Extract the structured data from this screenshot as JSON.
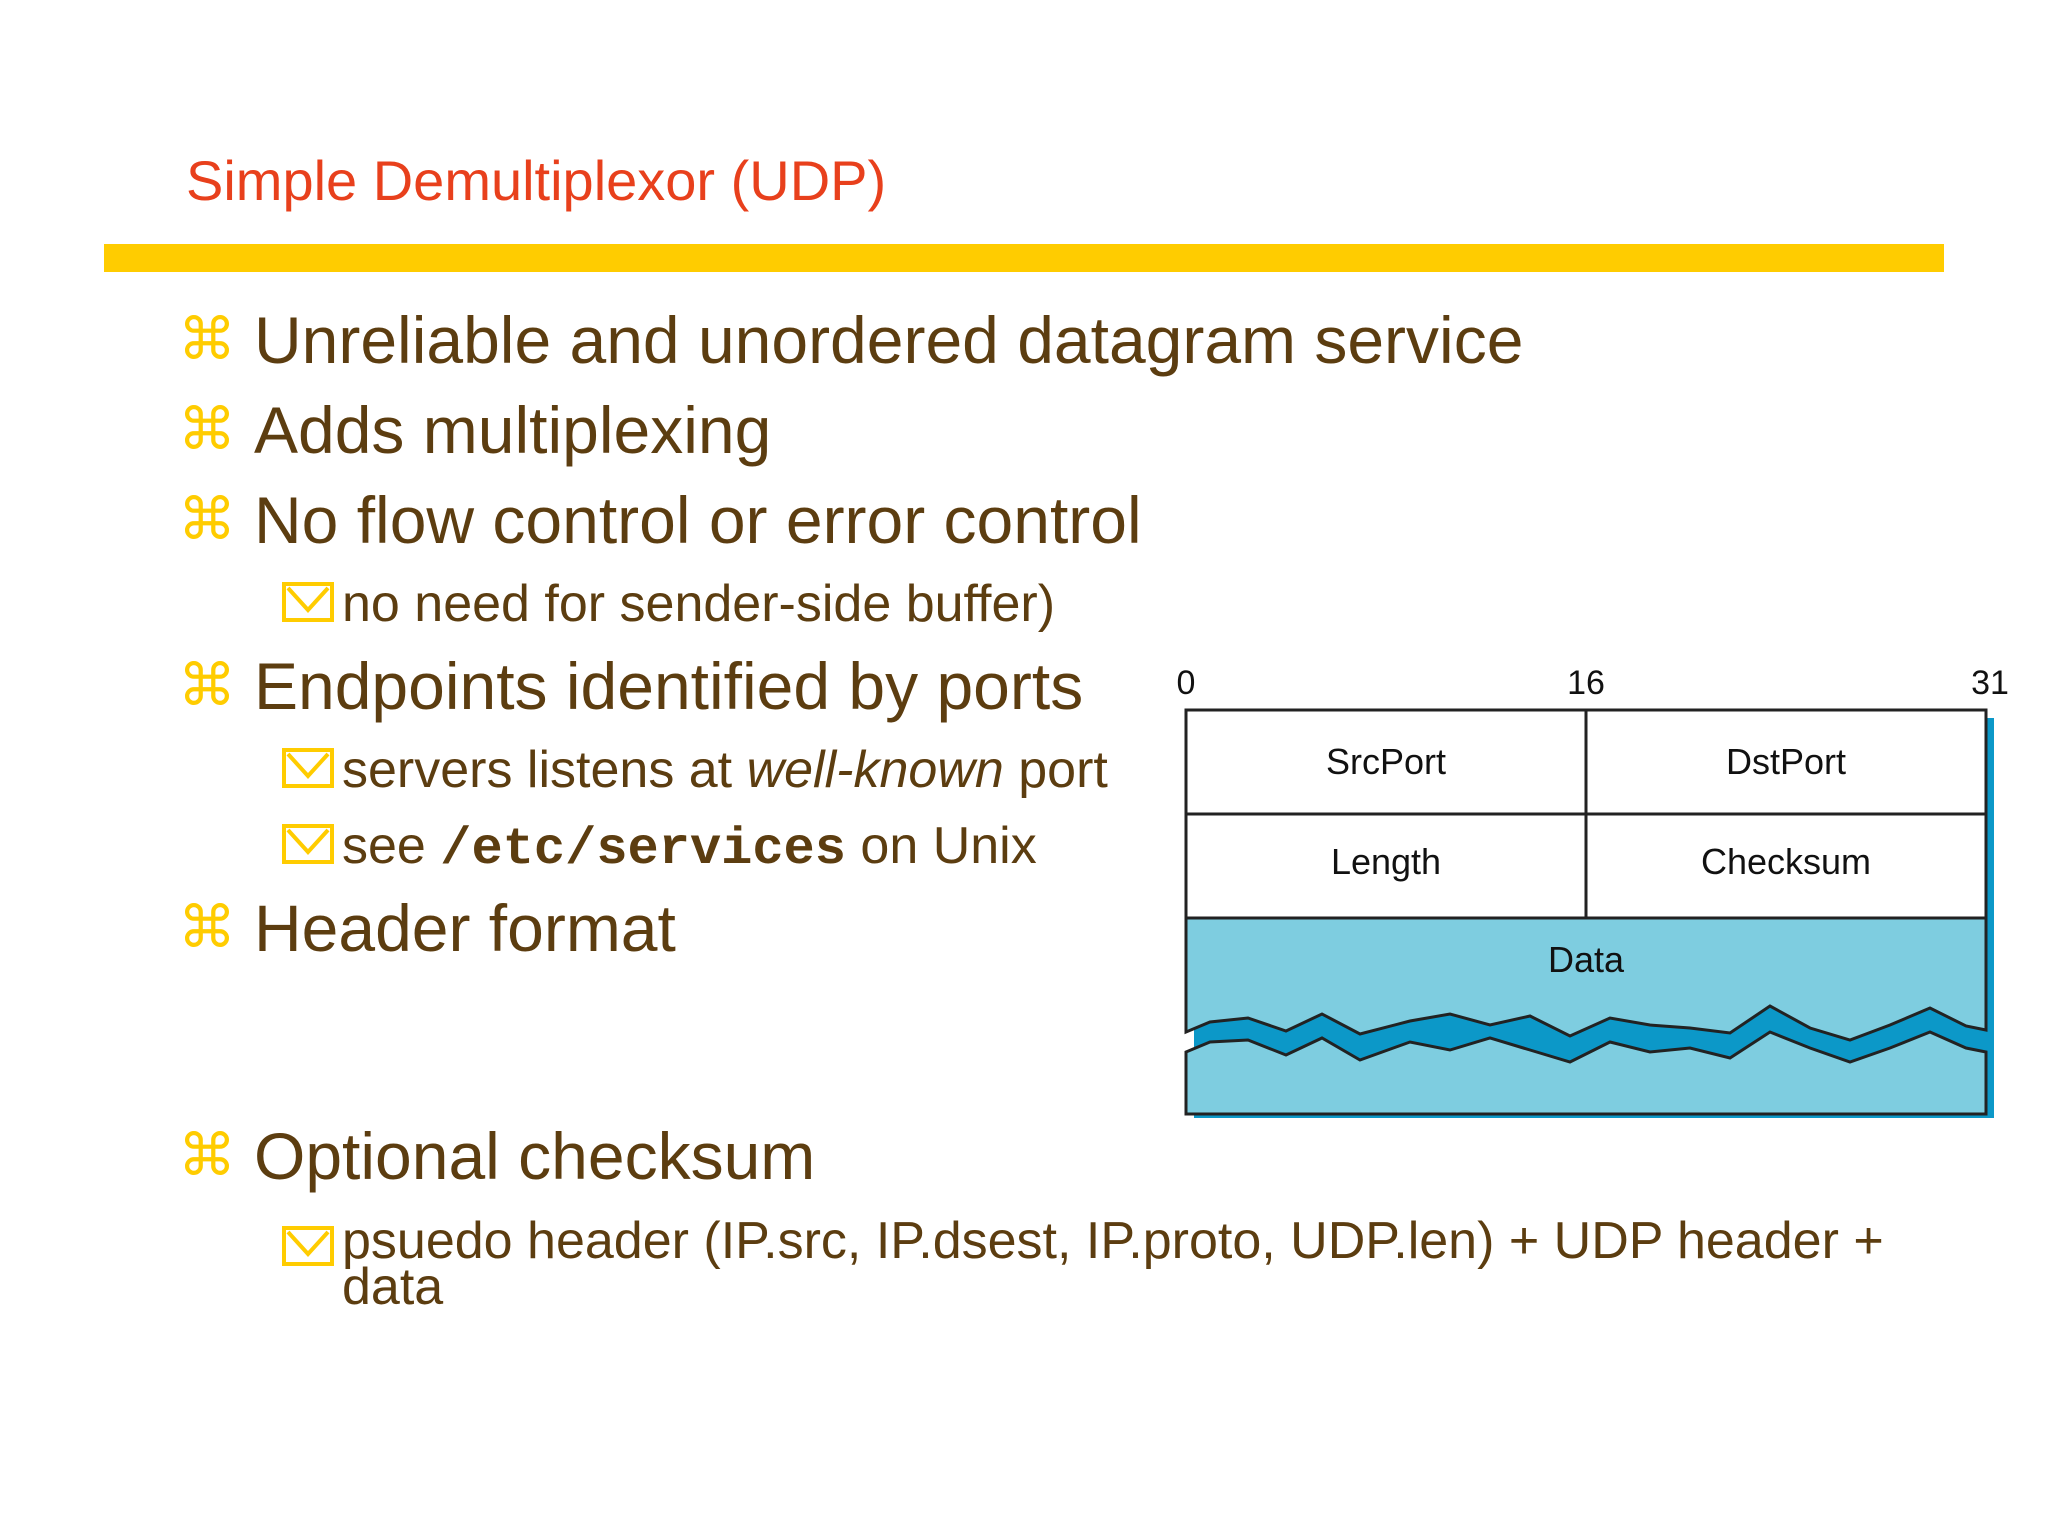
{
  "title": "Simple Demultiplexor (UDP)",
  "bullets": {
    "b1": "Unreliable and unordered datagram service",
    "b2": "Adds multiplexing",
    "b3": "No flow control or error control",
    "b3_sub1": "no need for sender-side buffer)",
    "b4": "Endpoints identified by ports",
    "b4_sub1_pre": "servers listens at ",
    "b4_sub1_em": "well-known",
    "b4_sub1_post": " port",
    "b4_sub2_pre": "see ",
    "b4_sub2_code": "/etc/services",
    "b4_sub2_post": " on Unix",
    "b5": "Header format",
    "b6": "Optional checksum",
    "b6_sub1": "psuedo header (IP.src, IP.dsest, IP.proto, UDP.len) + UDP header + data"
  },
  "icons": {
    "bullet": "command-key-icon",
    "sub_bullet": "checkbox-icon"
  },
  "diagram": {
    "bit_labels": {
      "start": "0",
      "mid": "16",
      "end": "31"
    },
    "fields": {
      "src_port": "SrcPort",
      "dst_port": "DstPort",
      "length": "Length",
      "checksum": "Checksum",
      "data": "Data"
    }
  },
  "colors": {
    "title": "#e8401c",
    "rule": "#ffcc00",
    "text": "#5c3d10",
    "bullet": "#ffcc00",
    "data_fill": "#7ecde0",
    "shadow": "#0c98c8"
  }
}
